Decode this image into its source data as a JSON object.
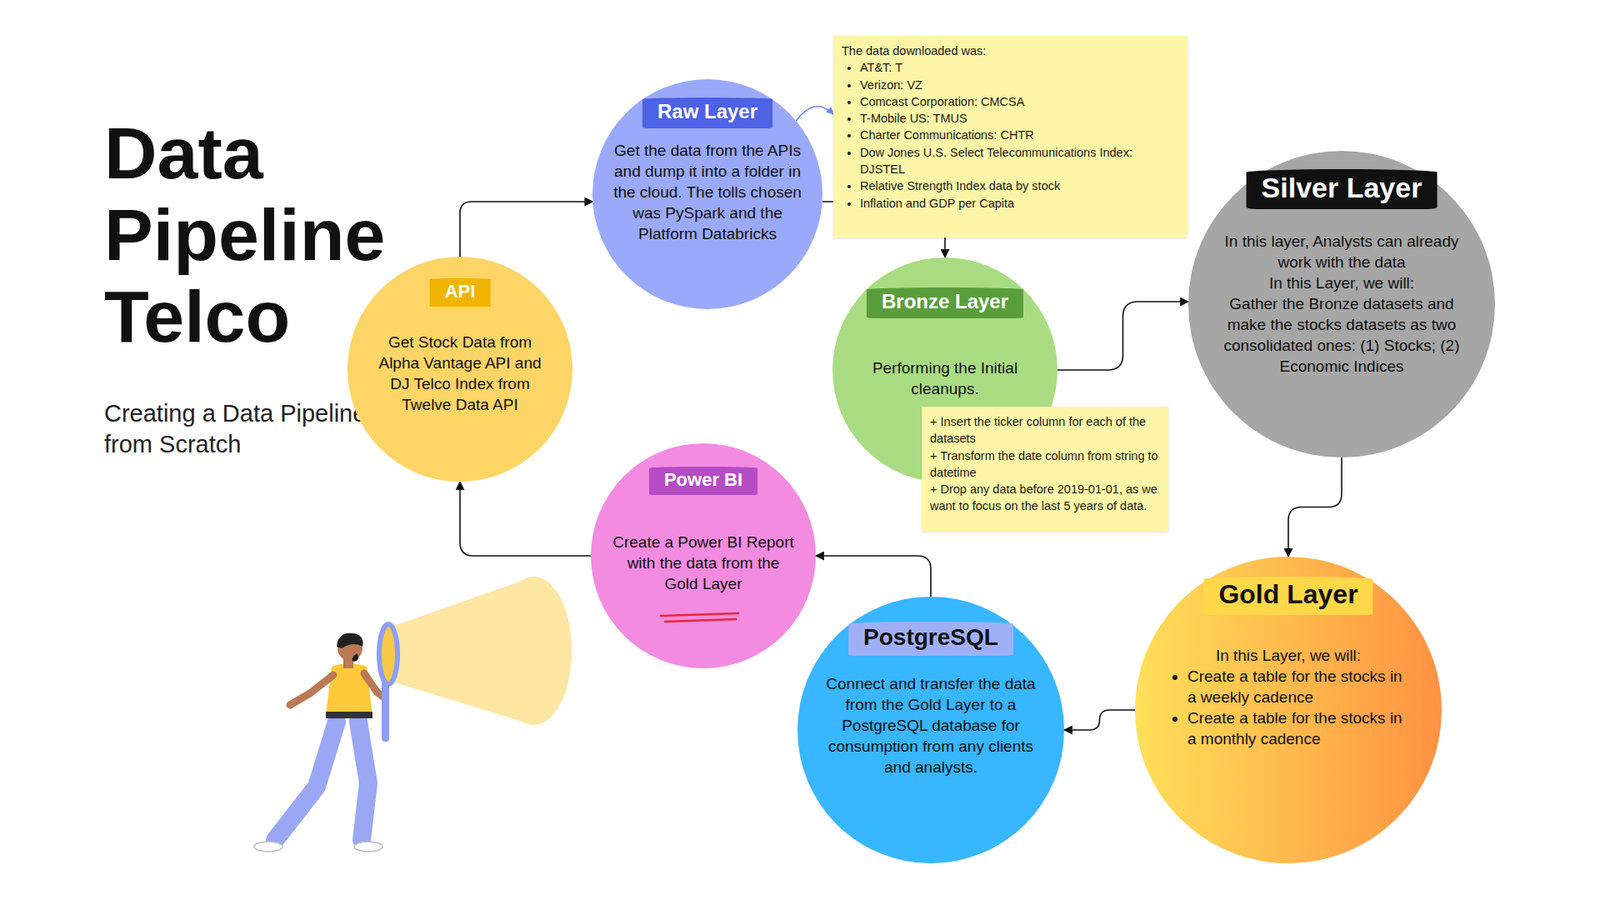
{
  "diagram": {
    "title": "Data Pipeline Telco",
    "caption": "Creating a Data Pipeline from Scratch",
    "nodes": [
      {
        "text": [
          "API",
          "Get Stock Data from Alpha Vantage API and DJ Telco Index from Twelve Data API"
        ]
      },
      {
        "text": [
          "Raw Layer",
          "Get the data from the APIs and dump it into a folder in the cloud. The tolls chosen was PySpark and the Platform Databricks"
        ]
      },
      {
        "text": [
          "The data downloaded was:",
          "AT&T: T",
          "Verizon: VZ",
          "Comcast Corporation: CMCSA",
          "T-Mobile US: TMUS",
          "Charter Communications: CHTR",
          "Dow Jones U.S. Select Telecommunications Index: DJSTEL",
          "Relative Strength Index data by stock",
          "Inflation and GDP per Capita"
        ]
      },
      {
        "text": [
          "Bronze Layer",
          "Performing the Initial cleanups."
        ]
      },
      {
        "text": [
          "+ Insert the ticker column for each of the datasets",
          "+ Transform the date column from string to datetime",
          "+ Drop any data before 2019-01-01, as we want to focus on the last 5 years of data."
        ]
      },
      {
        "text": [
          "Silver Layer",
          "In this layer, Analysts can already work with the data",
          "In this Layer, we will:",
          "Gather the Bronze datasets and make the stocks datasets as two consolidated ones: (1) Stocks; (2) Economic Indices"
        ]
      },
      {
        "text": [
          "Gold Layer",
          "In this Layer, we will:",
          "Create a table for the stocks in a weekly cadence",
          "Create a table for the stocks in a monthly cadence"
        ]
      },
      {
        "text": [
          "PostgreSQL",
          "Connect and transfer the data from the Gold Layer to a PostgreSQL database for consumption from any clients and analysts."
        ]
      },
      {
        "text": [
          "Power BI",
          "Create a Power BI Report with the data from the Gold Layer"
        ]
      }
    ],
    "edges": [
      {
        "from": 0,
        "to": 1,
        "arrow": "to"
      },
      {
        "from": 1,
        "to": 2,
        "arrow": "to"
      },
      {
        "from": 1,
        "to": 3,
        "arrow": "to"
      },
      {
        "from": 3,
        "to": 5,
        "arrow": "to"
      },
      {
        "from": 5,
        "to": 6,
        "arrow": "to"
      },
      {
        "from": 6,
        "to": 7,
        "arrow": "to"
      },
      {
        "from": 7,
        "to": 8,
        "arrow": "to"
      },
      {
        "from": 8,
        "to": 0,
        "arrow": "to"
      }
    ]
  }
}
